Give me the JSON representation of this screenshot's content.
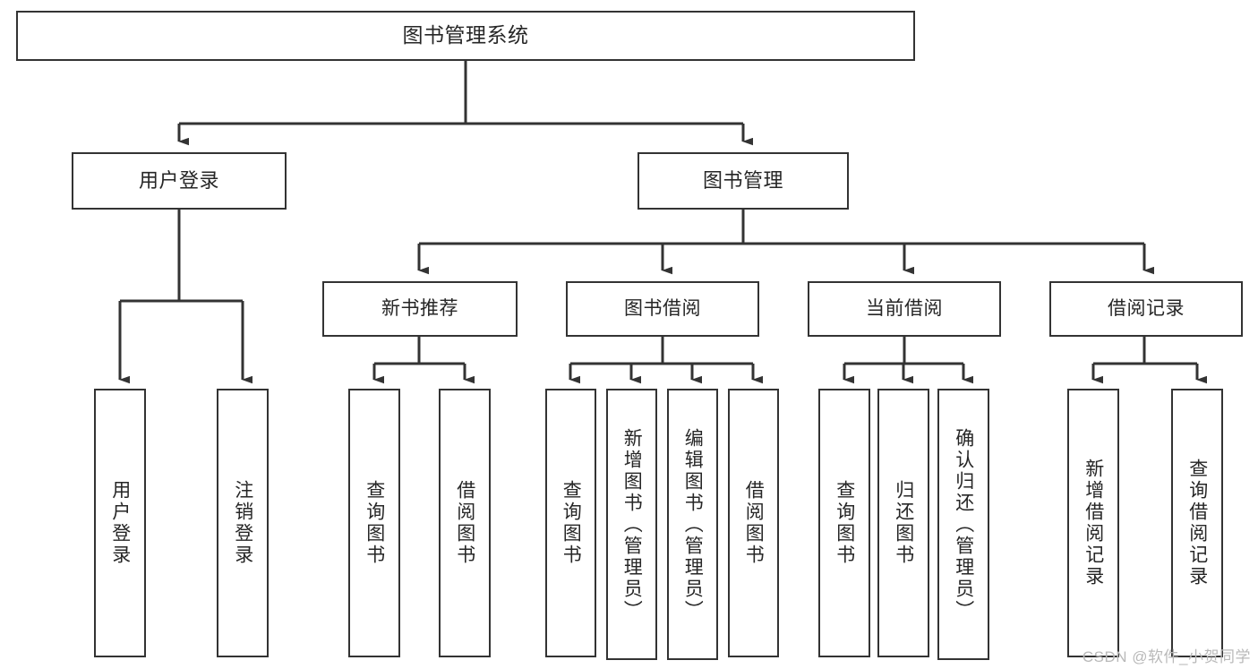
{
  "diagram": {
    "title": "图书管理系统",
    "type": "tree-hierarchy",
    "root": {
      "id": "root",
      "label": "图书管理系统"
    },
    "level2": [
      {
        "id": "user-login",
        "label": "用户登录"
      },
      {
        "id": "book-manage",
        "label": "图书管理"
      }
    ],
    "level3": [
      {
        "id": "new-book-recommend",
        "label": "新书推荐"
      },
      {
        "id": "book-borrow",
        "label": "图书借阅"
      },
      {
        "id": "current-borrow",
        "label": "当前借阅"
      },
      {
        "id": "borrow-record",
        "label": "借阅记录"
      }
    ],
    "leaves": {
      "user_login": [
        {
          "id": "leaf-user-login",
          "label": "用户登录"
        },
        {
          "id": "leaf-logout-login",
          "label": "注销登录"
        }
      ],
      "new_book_recommend": [
        {
          "id": "leaf-query-book-1",
          "label": "查询图书"
        },
        {
          "id": "leaf-borrow-book-1",
          "label": "借阅图书"
        }
      ],
      "book_borrow": [
        {
          "id": "leaf-query-book-2",
          "label": "查询图书"
        },
        {
          "id": "leaf-add-book-admin",
          "label": "新增图书（管理员）"
        },
        {
          "id": "leaf-edit-book-admin",
          "label": "编辑图书（管理员）"
        },
        {
          "id": "leaf-borrow-book-2",
          "label": "借阅图书"
        }
      ],
      "current_borrow": [
        {
          "id": "leaf-query-book-3",
          "label": "查询图书"
        },
        {
          "id": "leaf-return-book",
          "label": "归还图书"
        },
        {
          "id": "leaf-confirm-return-admin",
          "label": "确认归还（管理员）"
        }
      ],
      "borrow_record": [
        {
          "id": "leaf-add-borrow-record",
          "label": "新增借阅记录"
        },
        {
          "id": "leaf-query-borrow-record",
          "label": "查询借阅记录"
        }
      ]
    }
  },
  "watermark": {
    "text": "CSDN @软件_小贺同学"
  },
  "colors": {
    "background": "#ffffff",
    "box_border": "#333333",
    "connector": "#333333",
    "text": "#262626",
    "watermark": "#b9b9b9"
  }
}
